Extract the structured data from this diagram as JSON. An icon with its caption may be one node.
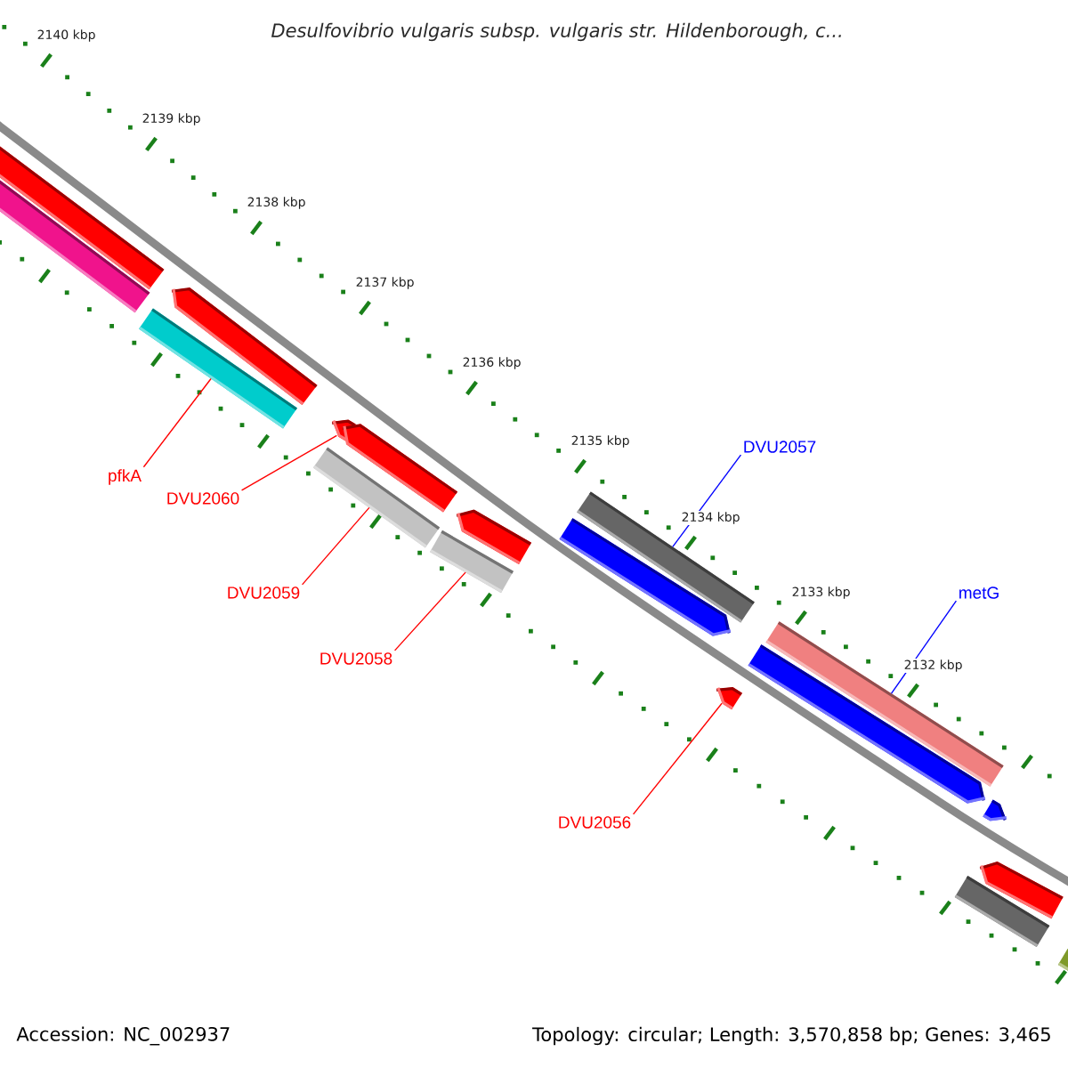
{
  "diagram": {
    "title": "Desulfovibrio vulgaris subsp. vulgaris str. Hildenborough, c...",
    "nodes": [
      {
        "text": [],
        "shape": "bar"
      },
      {
        "text": [],
        "shape": "bar"
      },
      {
        "text": [],
        "shape": "bar"
      },
      {
        "text": [],
        "shape": "bar"
      },
      {
        "text": [],
        "shape": "bar"
      },
      {
        "text": [],
        "shape": "bar"
      },
      {
        "text": [],
        "shape": "bar"
      },
      {
        "text": [],
        "shape": "bar"
      },
      {
        "text": [],
        "shape": "bar"
      },
      {
        "text": [],
        "shape": "bar"
      },
      {
        "text": [],
        "shape": "bar"
      },
      {
        "text": [],
        "shape": "bar"
      },
      {
        "text": [],
        "shape": "bar"
      },
      {
        "text": [],
        "shape": "bar"
      },
      {
        "text": [],
        "shape": "bar"
      },
      {
        "text": [],
        "shape": "bar"
      },
      {
        "text": [],
        "shape": "bar"
      },
      {
        "text": [],
        "shape": "bar"
      },
      {
        "text": [
          "DVU2057"
        ]
      },
      {
        "text": [
          "pfkA"
        ]
      },
      {
        "text": [
          "DVU2060"
        ]
      },
      {
        "text": [
          "DVU2059"
        ]
      },
      {
        "text": [
          "metG"
        ]
      },
      {
        "text": [
          "DVU2058"
        ]
      },
      {
        "text": [
          "DVU2056"
        ]
      }
    ],
    "edges": [
      {
        "from": 18,
        "to": 9,
        "arrow": "none",
        "color": "#0000ff"
      },
      {
        "from": 19,
        "to": 2,
        "arrow": "none"
      },
      {
        "from": 20,
        "to": 4,
        "arrow": "none"
      },
      {
        "from": 21,
        "to": 6,
        "arrow": "none"
      },
      {
        "from": 22,
        "to": 12,
        "arrow": "none",
        "color": "#0000ff"
      },
      {
        "from": 23,
        "to": 8,
        "arrow": "none"
      },
      {
        "from": 24,
        "to": 11,
        "arrow": "none"
      }
    ],
    "labels": [
      "2140 kbp",
      "2139 kbp",
      "2138 kbp",
      "2137 kbp",
      "2136 kbp",
      "2135 kbp",
      "2134 kbp",
      "2133 kbp",
      "2132 kbp",
      "Accession: NC_002937",
      "Topology: circular; Length: 3,570,858 bp; Genes: 3,465"
    ]
  }
}
